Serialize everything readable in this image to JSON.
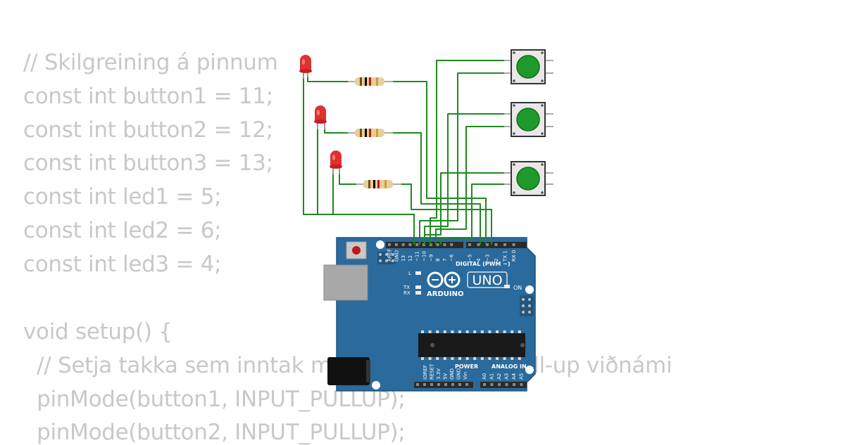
{
  "code": {
    "lines": [
      "// Skilgreining á pinnum",
      "const int button1 = 11;",
      "const int button2 = 12;",
      "const int button3 = 13;",
      "const int led1 = 5;",
      "const int led2 = 6;",
      "const int led3 = 4;",
      "",
      "void setup() {",
      "  // Setja takka sem inntak með innbyggðum pull-up viðnámi",
      "  pinMode(button1, INPUT_PULLUP);",
      "  pinMode(button2, INPUT_PULLUP);"
    ]
  },
  "board": {
    "brand": "ARDUINO",
    "model": "UNO",
    "digital_label": "DIGITAL (PWM ~)",
    "power_label": "POWER",
    "analog_label": "ANALOG IN",
    "on_label": "ON",
    "l_label": "L",
    "tx_label": "TX",
    "rx_label": "RX",
    "top_pins": [
      "AREF",
      "GND",
      "13",
      "12",
      "~11",
      "~10",
      "~9",
      "8",
      "7",
      "~6",
      "~5",
      "4",
      "~3",
      "2",
      "TX 1",
      "RX 0"
    ],
    "power_pins": [
      "IOREF",
      "RESET",
      "3.3V",
      "5V",
      "GND",
      "GND",
      "Vin"
    ],
    "analog_pins": [
      "A0",
      "A1",
      "A2",
      "A3",
      "A4",
      "A5"
    ]
  },
  "colors": {
    "wire": "#1e8a1e",
    "board": "#2a6a9c",
    "led": "#e03030",
    "button_cap": "#1f9a2a",
    "code_text": "#c8c8c8"
  }
}
